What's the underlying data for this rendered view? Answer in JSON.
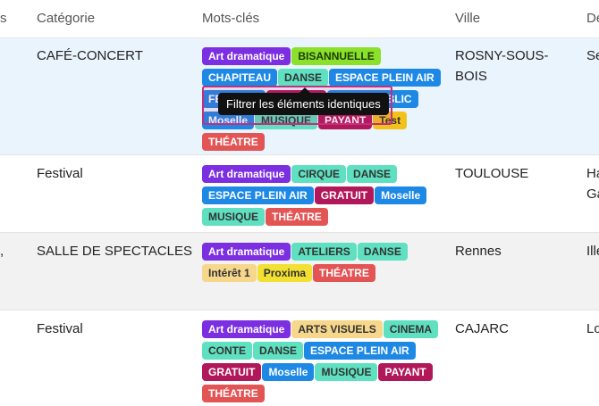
{
  "header": {
    "col_prev": "s",
    "col_categorie": "Catégorie",
    "col_mots": "Mots-clés",
    "col_ville": "Ville",
    "col_next": "De"
  },
  "tooltip": "Filtrer les éléments identiques",
  "rows": [
    {
      "prev": "",
      "categorie": "CAFÉ-CONCERT",
      "ville": "ROSNY-SOUS-BOIS",
      "next": "Se",
      "next2": "",
      "tags": [
        {
          "label": "Art dramatique",
          "bg": "#7b2fe0",
          "fg": "#ffffff"
        },
        {
          "label": "BISANNUELLE",
          "bg": "#8ae02a",
          "fg": "#1b3b00"
        },
        {
          "label": "CHAPITEAU",
          "bg": "#1e88e5",
          "fg": "#ffffff"
        },
        {
          "label": "DANSE",
          "bg": "#5fe0c0",
          "fg": "#333333"
        },
        {
          "label": "ESPACE PLEIN AIR",
          "bg": "#1e88e5",
          "fg": "#ffffff"
        },
        {
          "label": "FESTIVAL",
          "bg": "#1e88e5",
          "fg": "#ffffff"
        },
        {
          "label": "GRATUIT",
          "bg": "#b0185a",
          "fg": "#ffffff"
        },
        {
          "label": "JEUNE PUBLIC",
          "bg": "#1e88e5",
          "fg": "#ffffff"
        },
        {
          "label": "Moselle",
          "bg": "#1e88e5",
          "fg": "#ffffff"
        },
        {
          "label": "MUSIQUE",
          "bg": "#5fe0c0",
          "fg": "#333333"
        },
        {
          "label": "PAYANT",
          "bg": "#b0185a",
          "fg": "#ffffff"
        },
        {
          "label": "Test",
          "bg": "#f2c21b",
          "fg": "#333333"
        },
        {
          "label": "THÉATRE",
          "bg": "#e35454",
          "fg": "#ffffff"
        }
      ]
    },
    {
      "prev": "",
      "categorie": "Festival",
      "ville": "TOULOUSE",
      "next": "Ha",
      "next2": "Ga",
      "tags": [
        {
          "label": "Art dramatique",
          "bg": "#7b2fe0",
          "fg": "#ffffff"
        },
        {
          "label": "CIRQUE",
          "bg": "#5fe0c0",
          "fg": "#333333"
        },
        {
          "label": "DANSE",
          "bg": "#5fe0c0",
          "fg": "#333333"
        },
        {
          "label": "ESPACE PLEIN AIR",
          "bg": "#1e88e5",
          "fg": "#ffffff"
        },
        {
          "label": "GRATUIT",
          "bg": "#b0185a",
          "fg": "#ffffff"
        },
        {
          "label": "Moselle",
          "bg": "#1e88e5",
          "fg": "#ffffff"
        },
        {
          "label": "MUSIQUE",
          "bg": "#5fe0c0",
          "fg": "#333333"
        },
        {
          "label": "THÉATRE",
          "bg": "#e35454",
          "fg": "#ffffff"
        }
      ]
    },
    {
      "prev": ",",
      "categorie": "SALLE DE SPECTACLES",
      "ville": "Rennes",
      "next": "Ille",
      "next2": "",
      "tags": [
        {
          "label": "Art dramatique",
          "bg": "#7b2fe0",
          "fg": "#ffffff"
        },
        {
          "label": "ATELIERS",
          "bg": "#5fe0c0",
          "fg": "#333333"
        },
        {
          "label": "DANSE",
          "bg": "#5fe0c0",
          "fg": "#333333"
        },
        {
          "label": "Intérêt 1",
          "bg": "#f6d78b",
          "fg": "#333333"
        },
        {
          "label": "Proxima",
          "bg": "#f2e033",
          "fg": "#333333"
        },
        {
          "label": "THÉATRE",
          "bg": "#e35454",
          "fg": "#ffffff"
        }
      ]
    },
    {
      "prev": "",
      "categorie": "Festival",
      "ville": "CAJARC",
      "next": "Lo",
      "next2": "",
      "tags": [
        {
          "label": "Art dramatique",
          "bg": "#7b2fe0",
          "fg": "#ffffff"
        },
        {
          "label": "ARTS VISUELS",
          "bg": "#f6d78b",
          "fg": "#333333"
        },
        {
          "label": "CINEMA",
          "bg": "#5fe0c0",
          "fg": "#333333"
        },
        {
          "label": "CONTE",
          "bg": "#5fe0c0",
          "fg": "#333333"
        },
        {
          "label": "DANSE",
          "bg": "#5fe0c0",
          "fg": "#333333"
        },
        {
          "label": "ESPACE PLEIN AIR",
          "bg": "#1e88e5",
          "fg": "#ffffff"
        },
        {
          "label": "GRATUIT",
          "bg": "#b0185a",
          "fg": "#ffffff"
        },
        {
          "label": "Moselle",
          "bg": "#1e88e5",
          "fg": "#ffffff"
        },
        {
          "label": "MUSIQUE",
          "bg": "#5fe0c0",
          "fg": "#333333"
        },
        {
          "label": "PAYANT",
          "bg": "#b0185a",
          "fg": "#ffffff"
        },
        {
          "label": "THÉATRE",
          "bg": "#e35454",
          "fg": "#ffffff"
        }
      ]
    }
  ]
}
